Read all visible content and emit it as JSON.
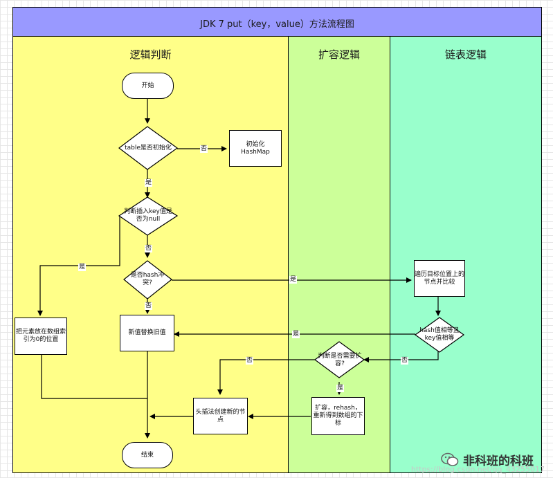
{
  "title": "JDK 7 put（key，value）方法流程图",
  "lanes": {
    "logic": "逻辑判断",
    "expand": "扩容逻辑",
    "link": "链表逻辑"
  },
  "nodes": {
    "start": "开始",
    "table_check": "table是否初始化",
    "init": "初始化\nHashMap",
    "null_check": "判断插入key值是否为null",
    "hash_conflict": "是否hash冲突?",
    "put_zero": "把元素放在数组索引为0的位置",
    "replace": "新值替换旧值",
    "traverse": "遍历目标位置上的节点并比较",
    "hash_key_eq": "hash值相等且key值相等",
    "need_expand": "判断是否需要扩容?",
    "do_expand": "扩容，rehash，重新得到数组的下标",
    "head_insert": "头插法创建新的节点",
    "end": "结束"
  },
  "edge_labels": {
    "no": "否",
    "yes": "是"
  },
  "watermark": {
    "brand": "非科班的科班",
    "url": "https://blog.csdn.net/qq_43255017"
  }
}
